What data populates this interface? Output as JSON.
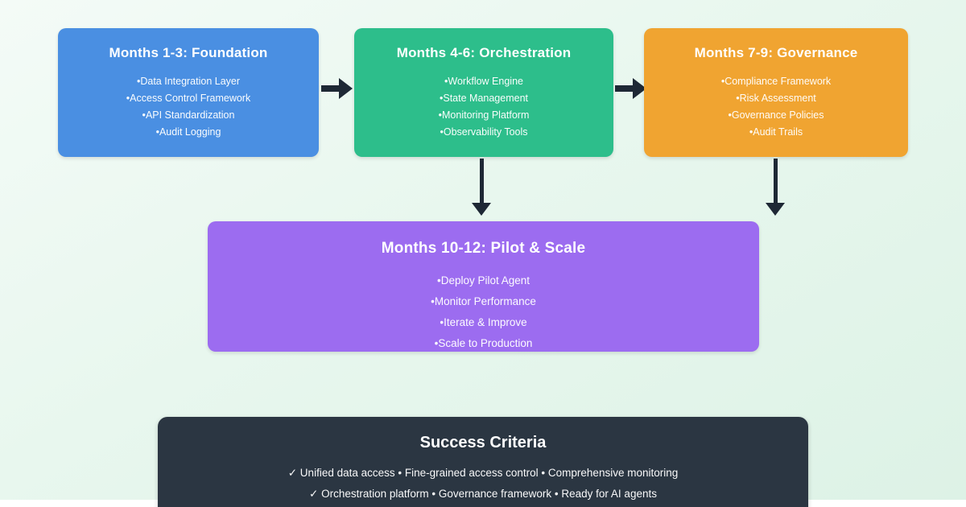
{
  "colors": {
    "background_start": "#f4fbf7",
    "background_end": "#ddf2e6",
    "arrow": "#1e2835",
    "foundation": "#4a8fe2",
    "orchestration": "#2dbe8b",
    "governance": "#f0a431",
    "pilot_scale": "#9c6cf0",
    "success_panel": "#2b3642"
  },
  "phases": [
    {
      "title": "Months 1-3: Foundation",
      "color": "#4a8fe2",
      "items": [
        "Data Integration Layer",
        "Access Control Framework",
        "API Standardization",
        "Audit Logging"
      ]
    },
    {
      "title": "Months 4-6: Orchestration",
      "color": "#2dbe8b",
      "items": [
        "Workflow Engine",
        "State Management",
        "Monitoring Platform",
        "Observability Tools"
      ]
    },
    {
      "title": "Months 7-9: Governance",
      "color": "#f0a431",
      "items": [
        "Compliance Framework",
        "Risk Assessment",
        "Governance Policies",
        "Audit Trails"
      ]
    },
    {
      "title": "Months 10-12: Pilot & Scale",
      "color": "#9c6cf0",
      "items": [
        "Deploy Pilot Agent",
        "Monitor Performance",
        "Iterate & Improve",
        "Scale to Production"
      ]
    }
  ],
  "success": {
    "title": "Success Criteria",
    "lines": [
      "✓ Unified data access • Fine-grained access control • Comprehensive monitoring",
      "✓ Orchestration platform • Governance framework • Ready for AI agents"
    ]
  }
}
